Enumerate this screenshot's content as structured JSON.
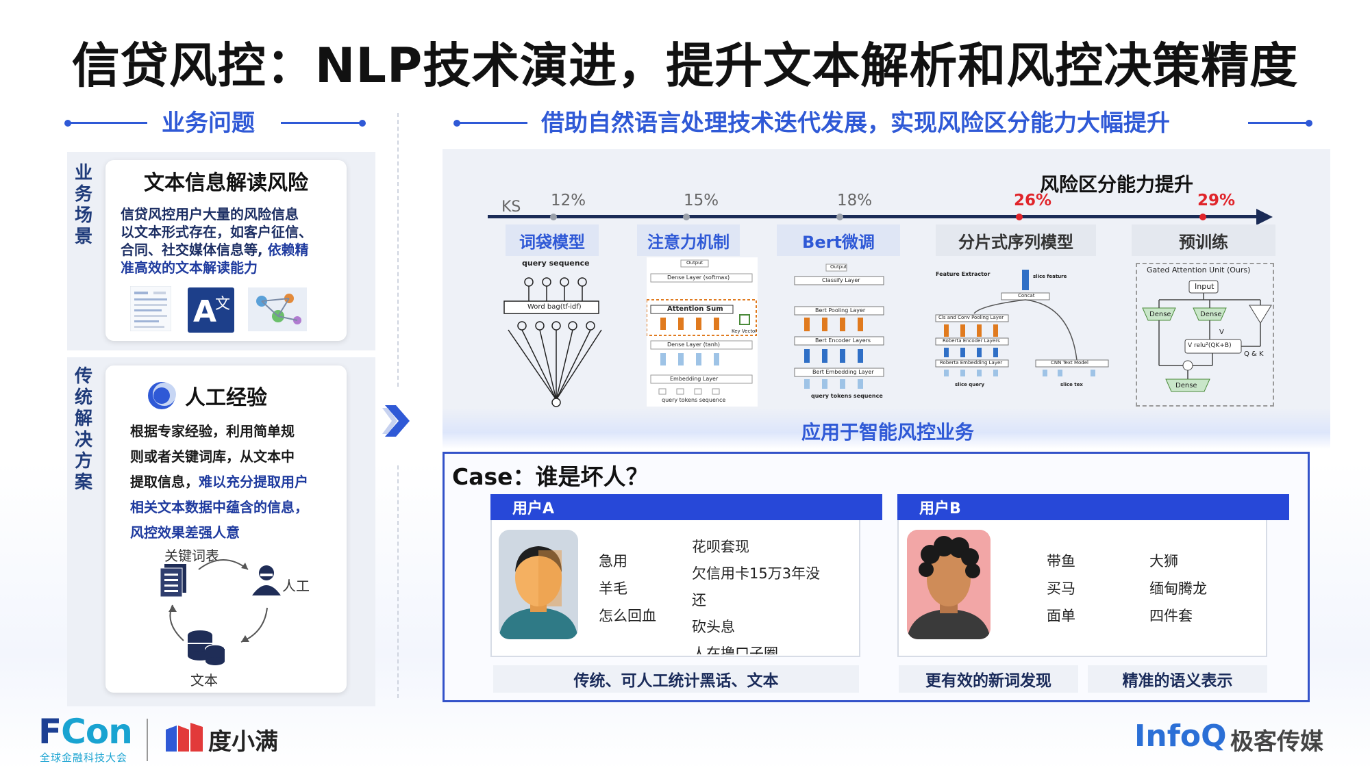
{
  "title": "信贷风控：NLP技术演进，提升文本解析和风控决策精度",
  "left": {
    "section_title": "业务问题",
    "scene_label": "业务场景",
    "card1": {
      "title": "文本信息解读风险",
      "line1": "信贷风控用户大量的风险信息",
      "line2": "以文本形式存在，如客户征信、",
      "line3_a": "合同、社交媒体信息等, ",
      "line3_b": "依赖精",
      "line4": "准高效的文本解读能力",
      "translate_glyph": "A",
      "translate_small": "文"
    },
    "traditional_label": "传统解决方案",
    "card2": {
      "title": "人工经验",
      "line1": "根据专家经验，利用简单规",
      "line2": "则或者关键词库，从文本中",
      "line3_a": "提取信息，",
      "line3_b": "难以充分提取用户",
      "line4": "相关文本数据中蕴含的信息，",
      "line5": "风控效果差强人意",
      "cycle": {
        "keywords": "关键词表",
        "manual": "人工",
        "text": "文本"
      }
    }
  },
  "right": {
    "section_title": "借助自然语言处理技术迭代发展，实现风险区分能力大幅提升",
    "improve_label": "风险区分能力提升",
    "ks_label": "KS",
    "timeline": [
      {
        "pct": "12%",
        "stage": "词袋模型",
        "red": false
      },
      {
        "pct": "15%",
        "stage": "注意力机制",
        "red": false
      },
      {
        "pct": "18%",
        "stage": "Bert微调",
        "red": false
      },
      {
        "pct": "26%",
        "stage": "分片式序列模型",
        "red": true
      },
      {
        "pct": "29%",
        "stage": "预训练",
        "red": true
      }
    ],
    "diagrams": {
      "bow": {
        "top": "query sequence",
        "box": "Word bag(tf-idf)"
      },
      "attn": {
        "output": "Output",
        "dense1": "Dense Layer (softmax)",
        "sum": "Attention Sum",
        "key": "Key Vector",
        "dense2": "Dense Layer (tanh)",
        "emb": "Embedding Layer",
        "seq": "query tokens sequence"
      },
      "bert": {
        "output": "Output",
        "cls": "Classify Layer",
        "pool": "Bert Pooling Layer",
        "enc": "Bert Encoder Layers",
        "emb": "Bert Embedding Layer",
        "seq": "query tokens sequence"
      },
      "slice": {
        "fe": "Feature Extractor",
        "sf": "slice feature",
        "concat": "Concat",
        "cls": "Cls and Conv Pooling Layer",
        "enc": "Roberta Encoder Layers",
        "emb": "Roberta Embedding Layer",
        "cnn": "CNN Text Model",
        "q": "slice query",
        "t": "slice tex"
      },
      "gau": {
        "title": "Gated Attention Unit (Ours)",
        "input": "Input",
        "dense": "Dense",
        "v": "V",
        "relu": "V relu²(QK+B)",
        "qk": "Q & K"
      }
    },
    "applied_label": "应用于智能风控业务",
    "case": {
      "title": "Case：谁是坏人？",
      "userA": {
        "label": "用户A",
        "col1": [
          "急用",
          "羊毛",
          "怎么回血"
        ],
        "col2": [
          "花呗套现",
          "欠信用卡15万3年没",
          "还",
          "砍头息",
          "人在撸口子圈"
        ],
        "footer": "传统、可人工统计黑话、文本"
      },
      "userB": {
        "label": "用户B",
        "col1": [
          "带鱼",
          "买马",
          "面单"
        ],
        "col2": [
          "大狮",
          "缅甸腾龙",
          "四件套"
        ],
        "footer1": "更有效的新词发现",
        "footer2": "精准的语义表示"
      }
    }
  },
  "footer": {
    "fcon_a": "F",
    "fcon_b": "Con",
    "fcon_sub": "全球金融科技大会",
    "dxm": "度小满",
    "infoq": "InfoQ",
    "infoq_cn": "极客传媒"
  },
  "colors": {
    "accent": "#2f59d6",
    "red": "#e0242a",
    "user_head": "#2748d8"
  }
}
